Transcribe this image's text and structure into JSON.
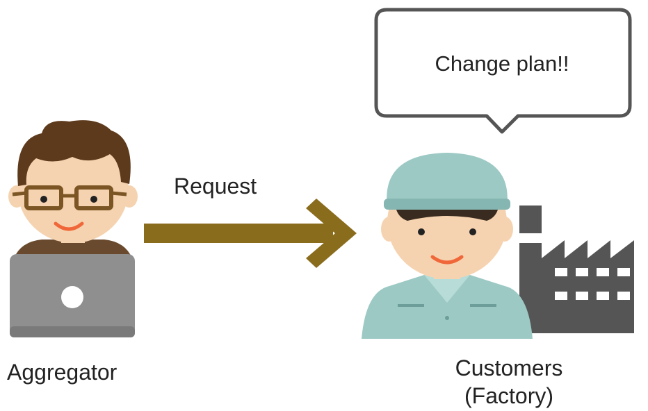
{
  "speech_bubble": {
    "text": "Change plan!!"
  },
  "arrow": {
    "label": "Request"
  },
  "aggregator": {
    "caption": "Aggregator"
  },
  "customer": {
    "caption_line1": "Customers",
    "caption_line2": "(Factory)"
  },
  "colors": {
    "arrow": "#8a6c1d",
    "hair": "#5e3a1c",
    "skin": "#f6d3b0",
    "laptop": "#8f8f8f",
    "uniform": "#9cc9c4",
    "factory": "#555555",
    "glasses": "#7b5524",
    "mouth": "#f0683a"
  },
  "icons": [
    "aggregator-person-icon",
    "laptop-icon",
    "factory-worker-icon",
    "factory-icon",
    "speech-bubble-icon",
    "arrow-right-icon"
  ]
}
